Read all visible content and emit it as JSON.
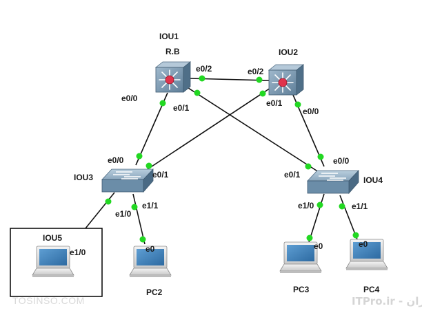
{
  "devices": {
    "iou1": {
      "name": "IOU1",
      "note": "R.B"
    },
    "iou2": {
      "name": "IOU2"
    },
    "iou3": {
      "name": "IOU3"
    },
    "iou4": {
      "name": "IOU4"
    },
    "iou5": {
      "name": "IOU5"
    },
    "pc2": {
      "name": "PC2"
    },
    "pc3": {
      "name": "PC3"
    },
    "pc4": {
      "name": "PC4"
    }
  },
  "ports": {
    "iou1_e0_0": "e0/0",
    "iou1_e0_1": "e0/1",
    "iou1_e0_2": "e0/2",
    "iou2_e0_2": "e0/2",
    "iou2_e0_1": "e0/1",
    "iou2_e0_0": "e0/0",
    "iou3_e0_0": "e0/0",
    "iou3_e0_1": "e0/1",
    "iou3_e1_1": "e1/1",
    "iou3_e1_0": "e1/0",
    "iou4_e0_0": "e0/0",
    "iou4_e0_1": "e0/1",
    "iou4_e1_0": "e1/0",
    "iou4_e1_1": "e1/1",
    "iou5_e1_0": "e1/0",
    "pc2_e0": "e0",
    "pc3_e0": "e0",
    "pc4_e0": "e0"
  },
  "watermark": {
    "left": "TOSINSO.COM",
    "right": "وب سایت تخصصی فناوری اطلاعات ایران - ITPro.ir"
  },
  "colors": {
    "link": "#111111",
    "port_dot": "#22d822",
    "router_body": "#6d8fa9",
    "router_top": "#9ab4c9",
    "router_center": "#e0334c",
    "switch_body": "#6b8da8",
    "switch_top": "#a9c0d3",
    "pc_screen": "#3f7fb5"
  }
}
